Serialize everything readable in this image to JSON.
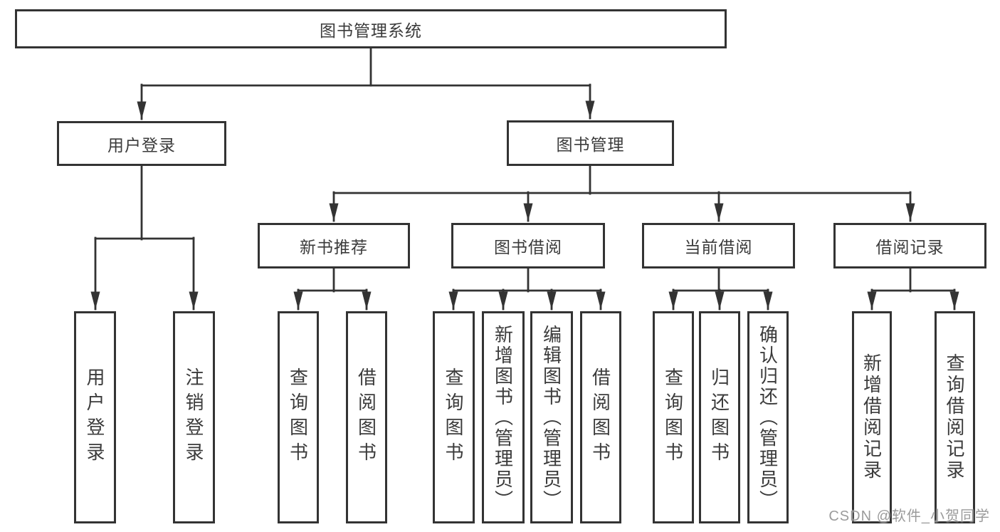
{
  "colors": {
    "line": "#333333",
    "box_border": "#333333",
    "text": "#3b3b3b",
    "watermark": "#8a8a8a",
    "background": "#ffffff"
  },
  "watermark": {
    "text": "CSDN @软件_小贺同学"
  },
  "tree": {
    "label": "图书管理系统",
    "children": [
      {
        "label": "用户登录",
        "children": [
          {
            "label": "用户登录"
          },
          {
            "label": "注销登录"
          }
        ]
      },
      {
        "label": "图书管理",
        "children": [
          {
            "label": "新书推荐",
            "children": [
              {
                "label": "查询图书"
              },
              {
                "label": "借阅图书"
              }
            ]
          },
          {
            "label": "图书借阅",
            "children": [
              {
                "label": "查询图书"
              },
              {
                "label": "新增图书（管理员）"
              },
              {
                "label": "编辑图书（管理员）"
              },
              {
                "label": "借阅图书"
              }
            ]
          },
          {
            "label": "当前借阅",
            "children": [
              {
                "label": "查询图书"
              },
              {
                "label": "归还图书"
              },
              {
                "label": "确认归还（管理员）"
              }
            ]
          },
          {
            "label": "借阅记录",
            "children": [
              {
                "label": "新增借阅记录"
              },
              {
                "label": "查询借阅记录"
              }
            ]
          }
        ]
      }
    ]
  }
}
